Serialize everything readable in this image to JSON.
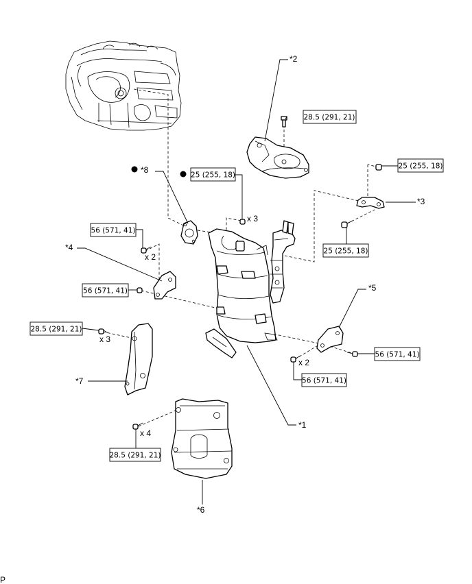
{
  "callouts": {
    "p1": "*1",
    "p2": "*2",
    "p3": "*3",
    "p4": "*4",
    "p5": "*5",
    "p6": "*6",
    "p7": "*7",
    "p8": "*8"
  },
  "torques": {
    "t_top": "28.5 (291, 21)",
    "t_p3_top": "25 (255, 18)",
    "t_nut": "25 (255, 18)",
    "t_p3_bottom": "25 (255, 18)",
    "t_p4_upper": "56 (571, 41)",
    "t_p4_side": "56 (571, 41)",
    "t_p7": "28.5 (291, 21)",
    "t_p5_right": "56 (571, 41)",
    "t_p5_lower": "56 (571, 41)",
    "t_p6": "28.5 (291, 21)"
  },
  "quantities": {
    "q_nut": "x 3",
    "q_p4": "x 2",
    "q_p7": "x 3",
    "q_p5": "x 2",
    "q_p6": "x 4"
  },
  "corner_label": "P",
  "legend_symbols": {
    "marker": "filled-circle"
  }
}
